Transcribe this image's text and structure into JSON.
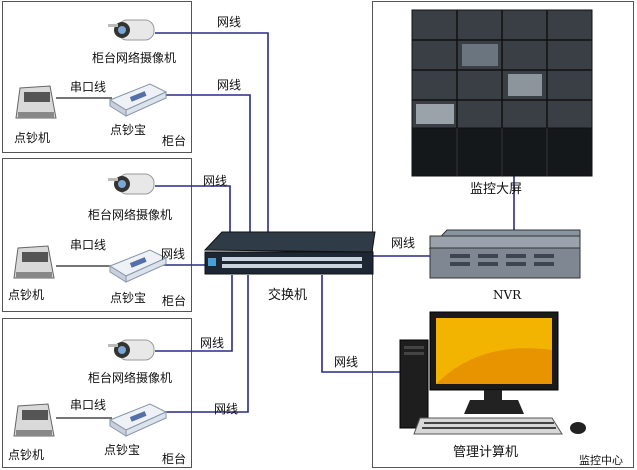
{
  "labels": {
    "counter": "柜台",
    "camera": "柜台网络摄像机",
    "bill_counter": "点钞机",
    "counter_box": "点钞宝",
    "serial_line": "串口线",
    "net_line": "网线",
    "switch": "交换机",
    "video_wall": "监控大屏",
    "nvr": "NVR",
    "computer": "管理计算机",
    "center": "监控中心"
  },
  "colors": {
    "link": "#2a2a8a",
    "panel_border": "#555555",
    "monitor_yellow": "#f2b400",
    "device_dark": "#1d2733"
  }
}
